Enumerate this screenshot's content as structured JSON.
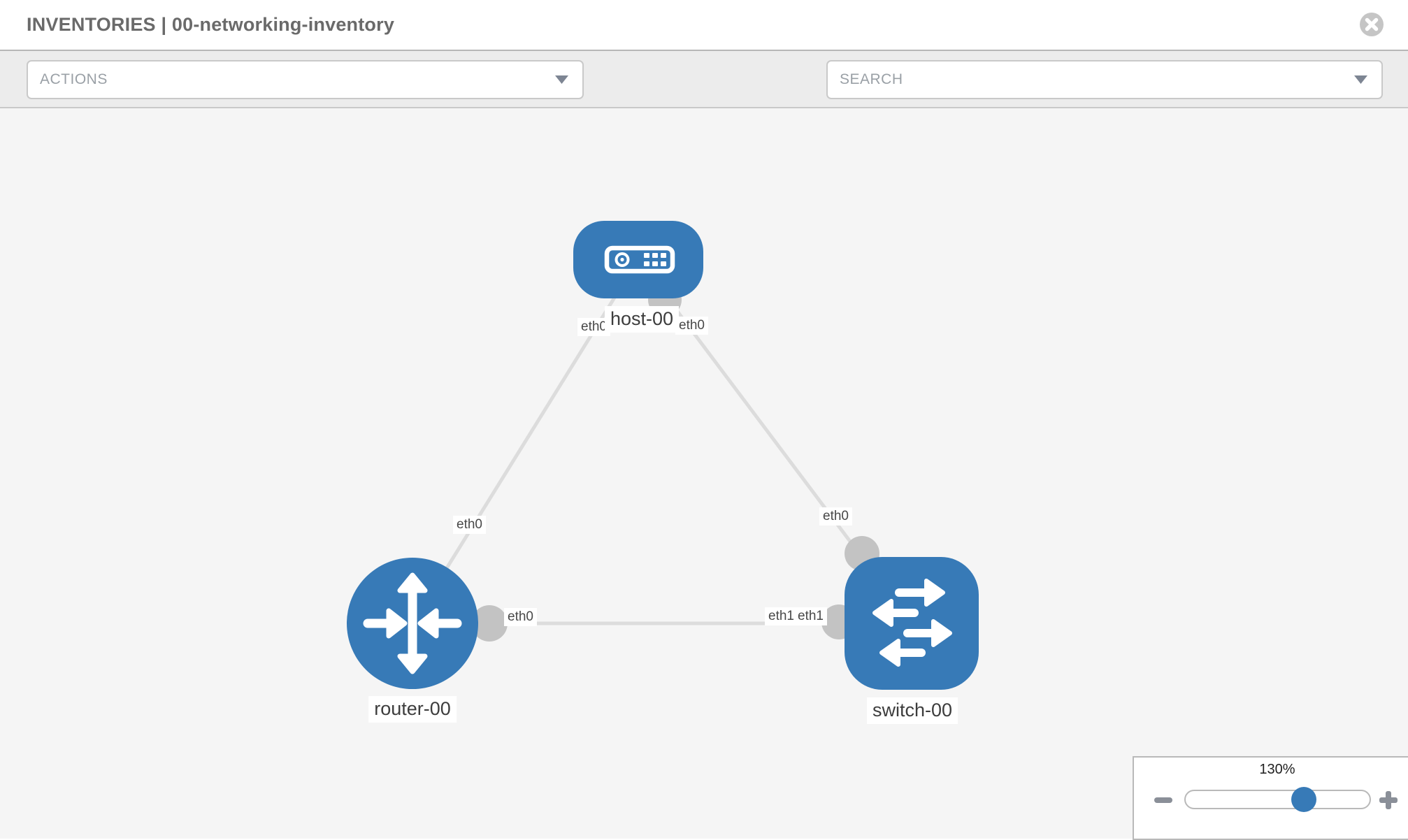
{
  "header": {
    "title": "INVENTORIES | 00-networking-inventory",
    "close_icon": "x-circle"
  },
  "toolbar": {
    "actions_label": "ACTIONS",
    "search_label": "SEARCH",
    "tool_icons": [
      "wrench-icon",
      "key-icon"
    ]
  },
  "graph": {
    "nodes": [
      {
        "id": "host-00",
        "type": "host",
        "label": "host-00"
      },
      {
        "id": "router-00",
        "type": "router",
        "label": "router-00"
      },
      {
        "id": "switch-00",
        "type": "switch",
        "label": "switch-00"
      }
    ],
    "links": [
      {
        "from": "host-00",
        "to": "router-00"
      },
      {
        "from": "host-00",
        "to": "switch-00"
      },
      {
        "from": "router-00",
        "to": "switch-00"
      }
    ],
    "interface_labels": [
      {
        "text": "eth0",
        "link": "host-router",
        "end": "host"
      },
      {
        "text": "eth0",
        "link": "host-switch",
        "end": "host"
      },
      {
        "text": "eth0",
        "link": "host-router",
        "end": "router"
      },
      {
        "text": "eth0",
        "link": "host-switch",
        "end": "switch"
      },
      {
        "text": "eth0",
        "link": "router-switch",
        "end": "router"
      },
      {
        "text": "eth1",
        "link": "router-switch",
        "end": "switch-under"
      },
      {
        "text": "eth1",
        "link": "router-switch",
        "end": "switch"
      }
    ]
  },
  "zoom_control": {
    "value": "130%",
    "minus_icon": "minus-icon",
    "plus_icon": "plus-icon"
  },
  "colors": {
    "node_fill": "#377ab7",
    "link": "#dcdcdc",
    "interface_dot": "#c3c3c3",
    "toolbar_bg": "#ececec",
    "canvas_bg": "#f5f5f5",
    "title_text": "#6a6a6a",
    "muted_icon": "#8a8f98"
  }
}
